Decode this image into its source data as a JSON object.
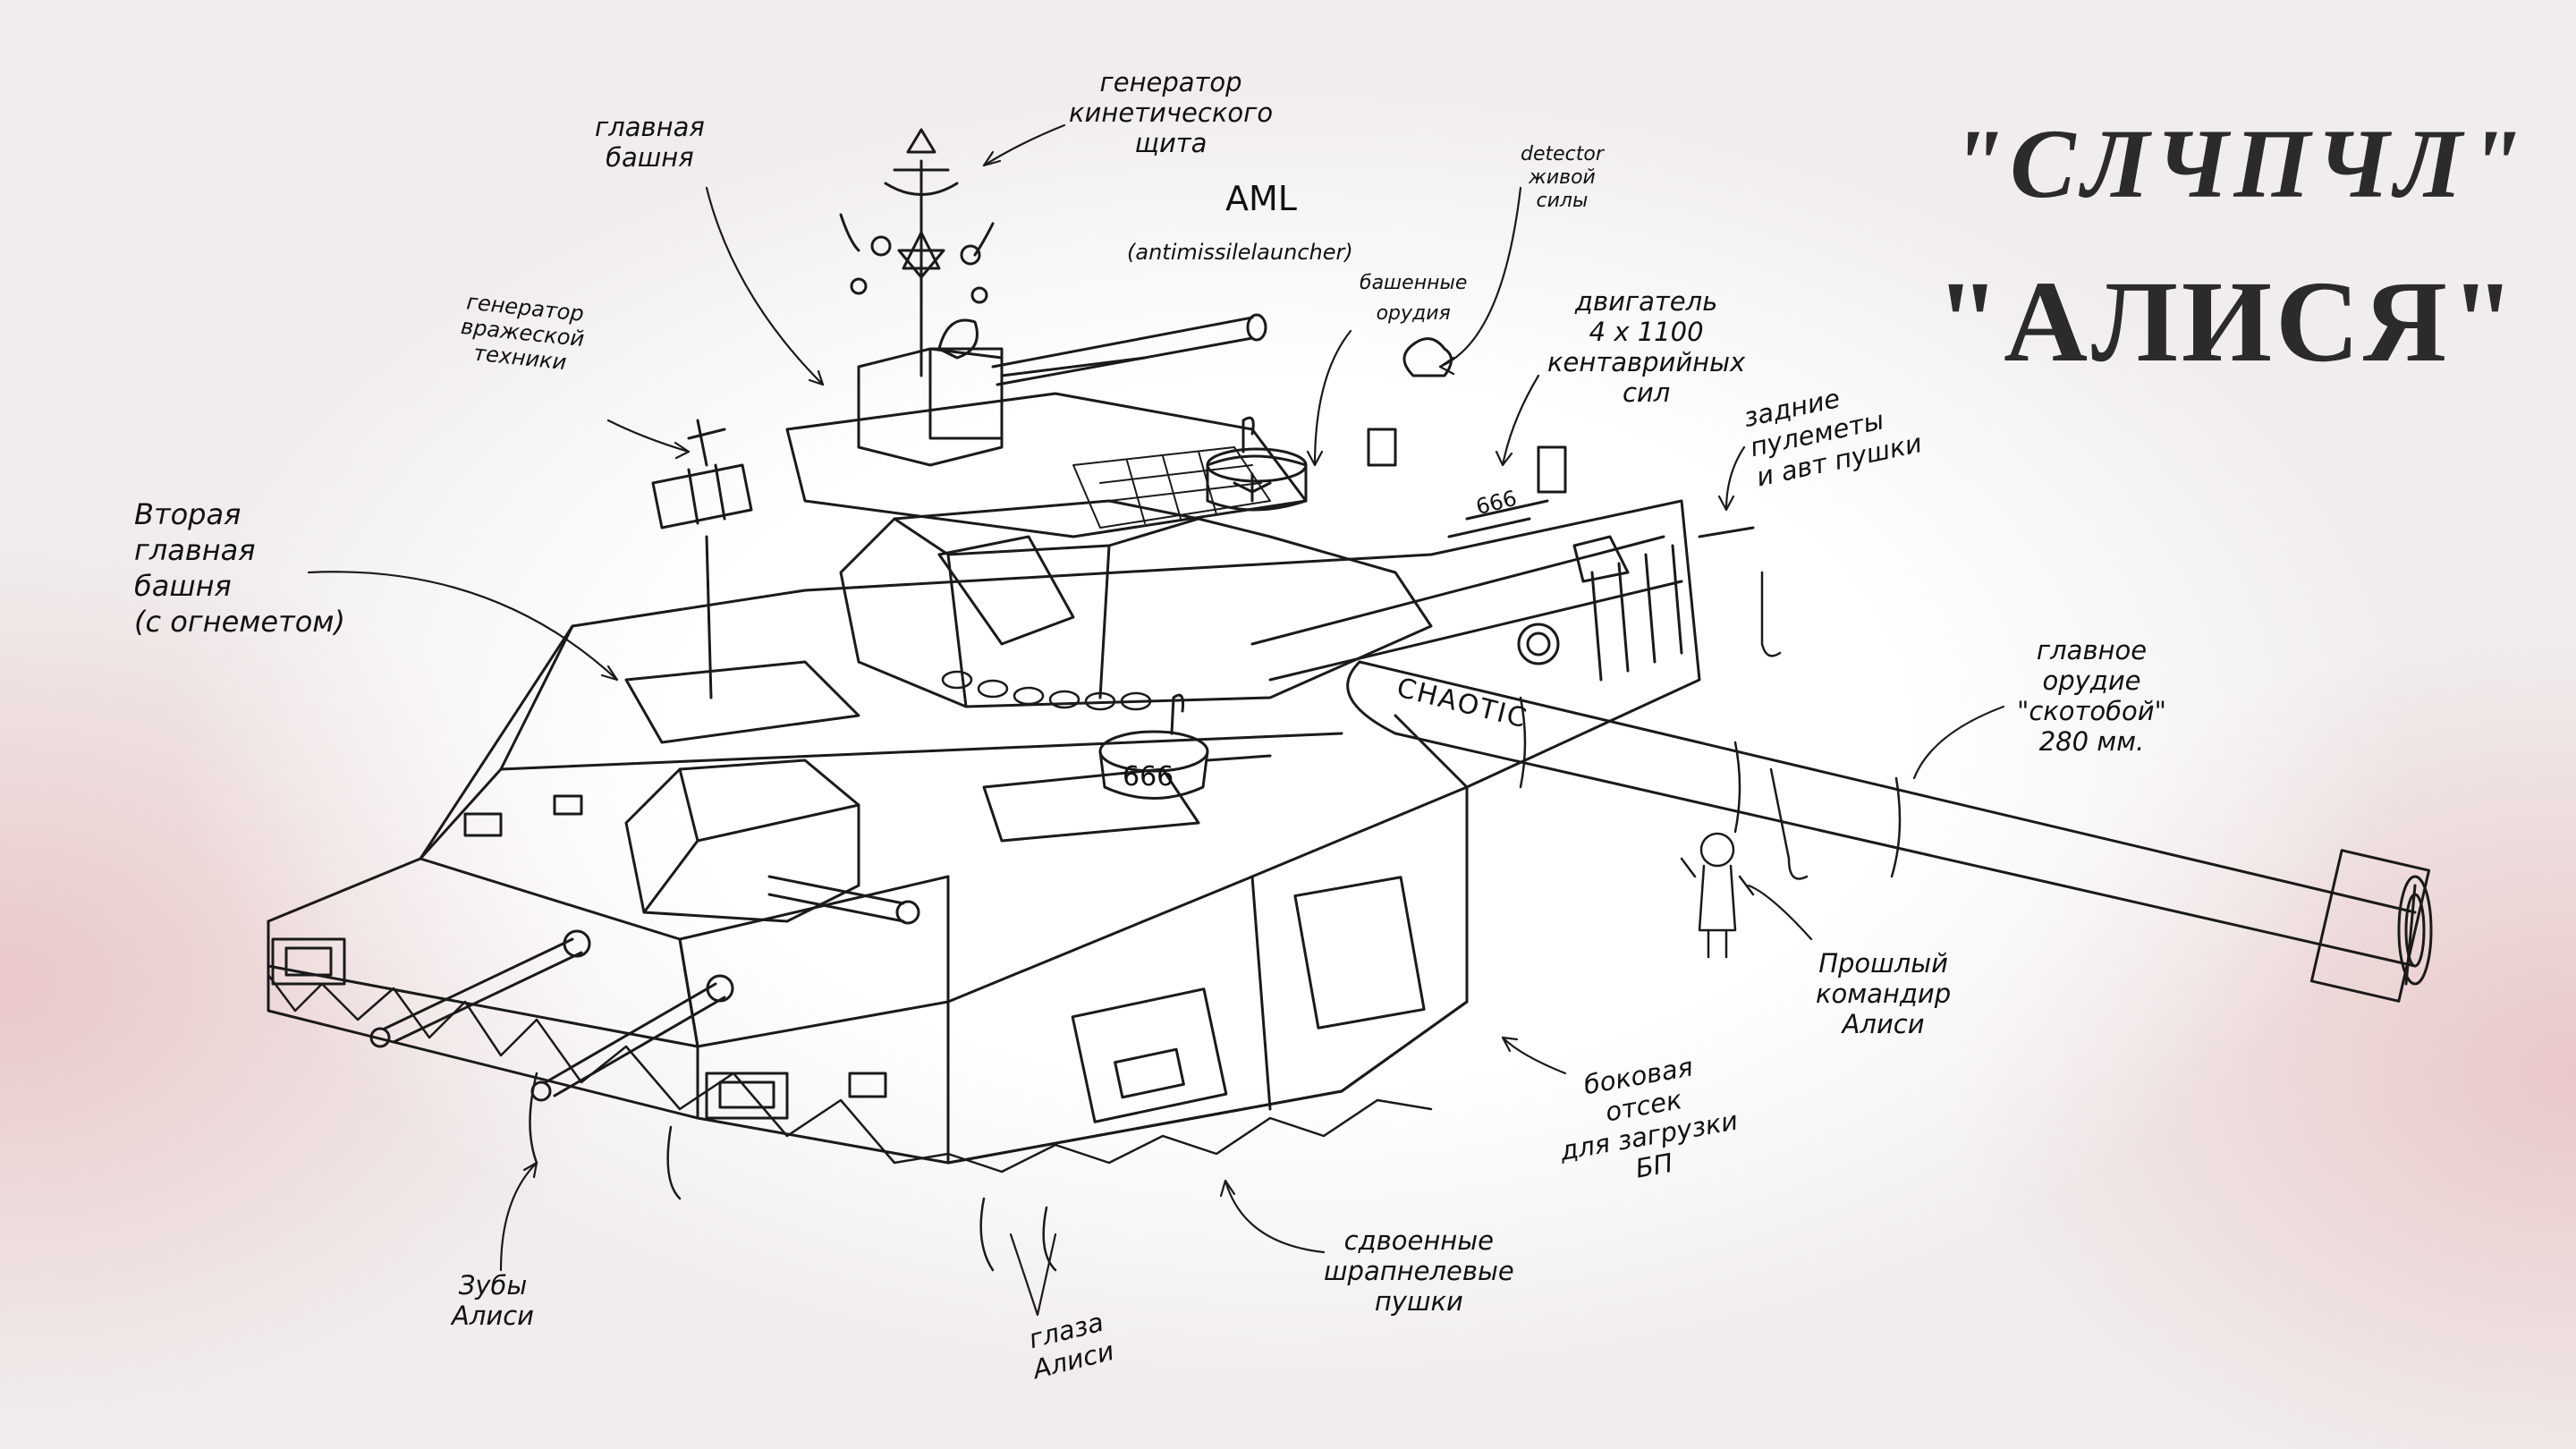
{
  "title": {
    "line1": "\"СЛЧПЧЛ\"",
    "line2": "\"АЛИСЯ\""
  },
  "labels": {
    "kinetic_generator": "генератор\nкинетического\nщита",
    "main_turret": "главная\nбашня",
    "aml": "AML",
    "aml_full": "(antimissilelauncher)",
    "turret_guns": "башенные\nорудия",
    "detector": "detector\nживой\nсилы",
    "engine": "двигатель\n4 x 1100\nкентаврийных\nсил",
    "rear_guns": "задние\nпулеметы\nи авт пушки",
    "enemy_tech_gen": "генератор\nвражеской\nтехники",
    "second_turret": "Вторая\nглавная\nбашня\n(с огнеметом)",
    "main_gun": "главное\nорудие\n\"скотобой\"\n280 мм.",
    "commander": "Прошлый\nкомандир\nАлиси",
    "side_bay": "боковая\nотсек\nдля загрузки\nБП",
    "twin_guns": "сдвоенные\nшрапнелевые\nпушки",
    "teeth": "Зубы\nАлиси",
    "eyes": "глаза\nАлиси"
  },
  "markings": {
    "turret_number": "666",
    "hull_number": "666",
    "barrel_text": "CHAOTIC"
  }
}
